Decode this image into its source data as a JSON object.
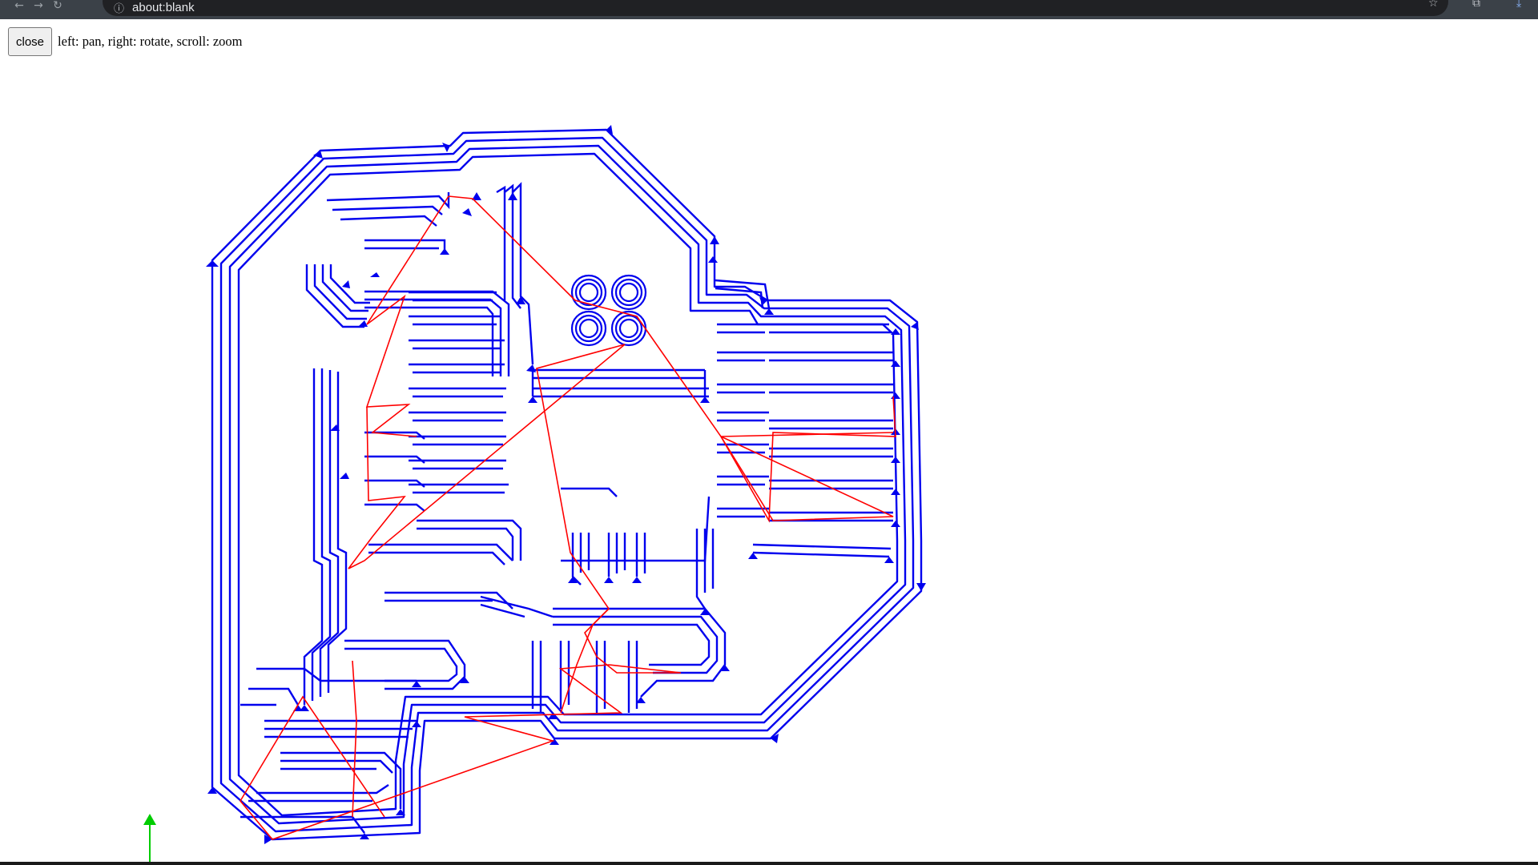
{
  "browser": {
    "url": "about:blank",
    "nav_icons": [
      "back-arrow-icon",
      "forward-arrow-icon",
      "reload-icon"
    ],
    "info_icon": "info-icon",
    "right_icons": [
      "bookmark-star-icon",
      "extensions-icon",
      "download-icon"
    ]
  },
  "toolbar": {
    "close_label": "close",
    "hint": "left: pan, right: rotate, scroll: zoom"
  },
  "viewer": {
    "toolpath_color": "#0000ee",
    "rapid_move_color": "#ff0000",
    "axis_color": "#00cc00",
    "background": "#ffffff"
  }
}
